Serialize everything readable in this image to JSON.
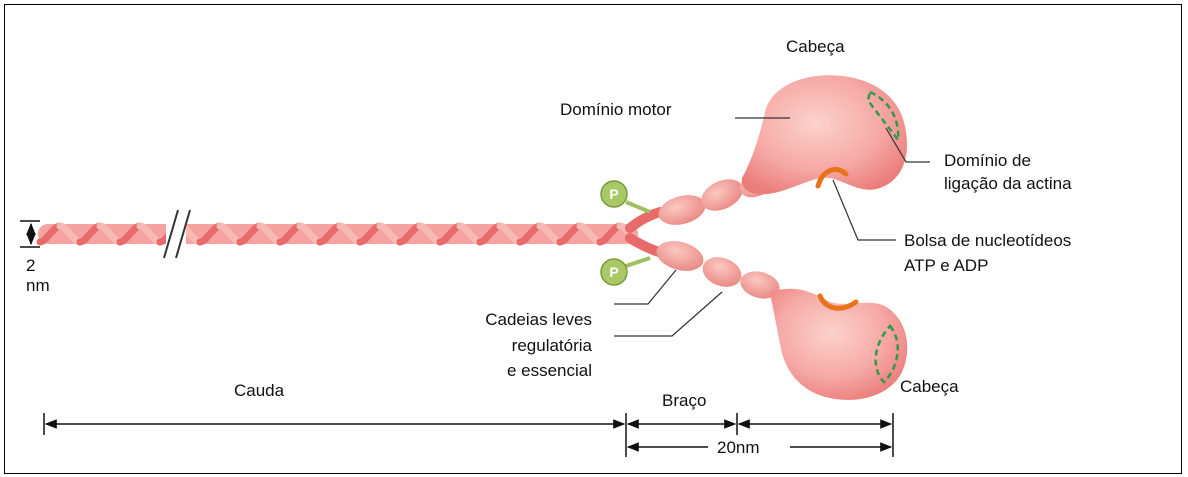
{
  "labels": {
    "head_top": "Cabeça",
    "motor_domain": "Domínio motor",
    "actin_binding_line1": "Domínio de",
    "actin_binding_line2": "ligação da actina",
    "nucleotide_pocket_line1": "Bolsa de nucleotídeos",
    "nucleotide_pocket_line2": "ATP e ADP",
    "thickness_value": "2",
    "thickness_unit": "nm",
    "light_chains_line1": "Cadeias leves",
    "light_chains_line2": "regulatória",
    "light_chains_line3": "e essencial",
    "tail": "Cauda",
    "arm": "Braço",
    "head_bottom": "Cabeça",
    "length": "20nm"
  },
  "phosphate_symbol": "P",
  "colors": {
    "tail_strand_a": "#e86a6a",
    "tail_strand_b": "#f4a3a0",
    "head_fill": "#f6a9a6",
    "actin_site": "#2e9a4a",
    "nucleotide_pocket": "#e8731a",
    "phosphate": "#a9c866",
    "phosphate_stalk": "#9dc060"
  }
}
